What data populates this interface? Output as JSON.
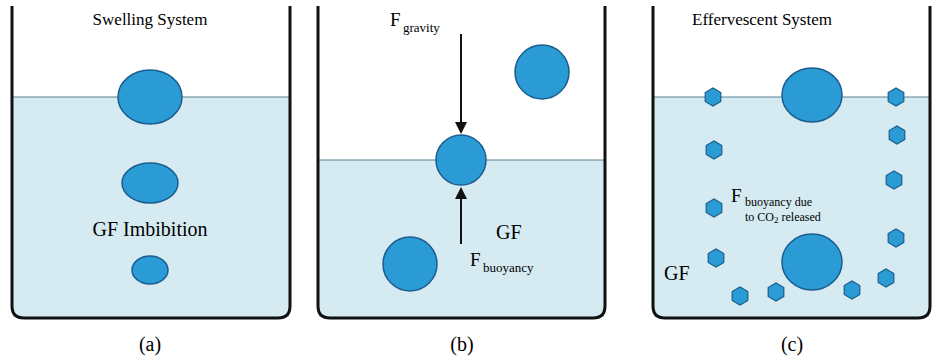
{
  "diagram": {
    "labels": [
      "Swelling System",
      "GF Imbibition",
      "(a)",
      "F",
      "gravity",
      "GF",
      "F",
      "buoyancy",
      "(b)",
      "Effervescent System",
      "F",
      "buoyancy due",
      "to CO",
      "2",
      "released",
      "GF",
      "(c)"
    ]
  }
}
